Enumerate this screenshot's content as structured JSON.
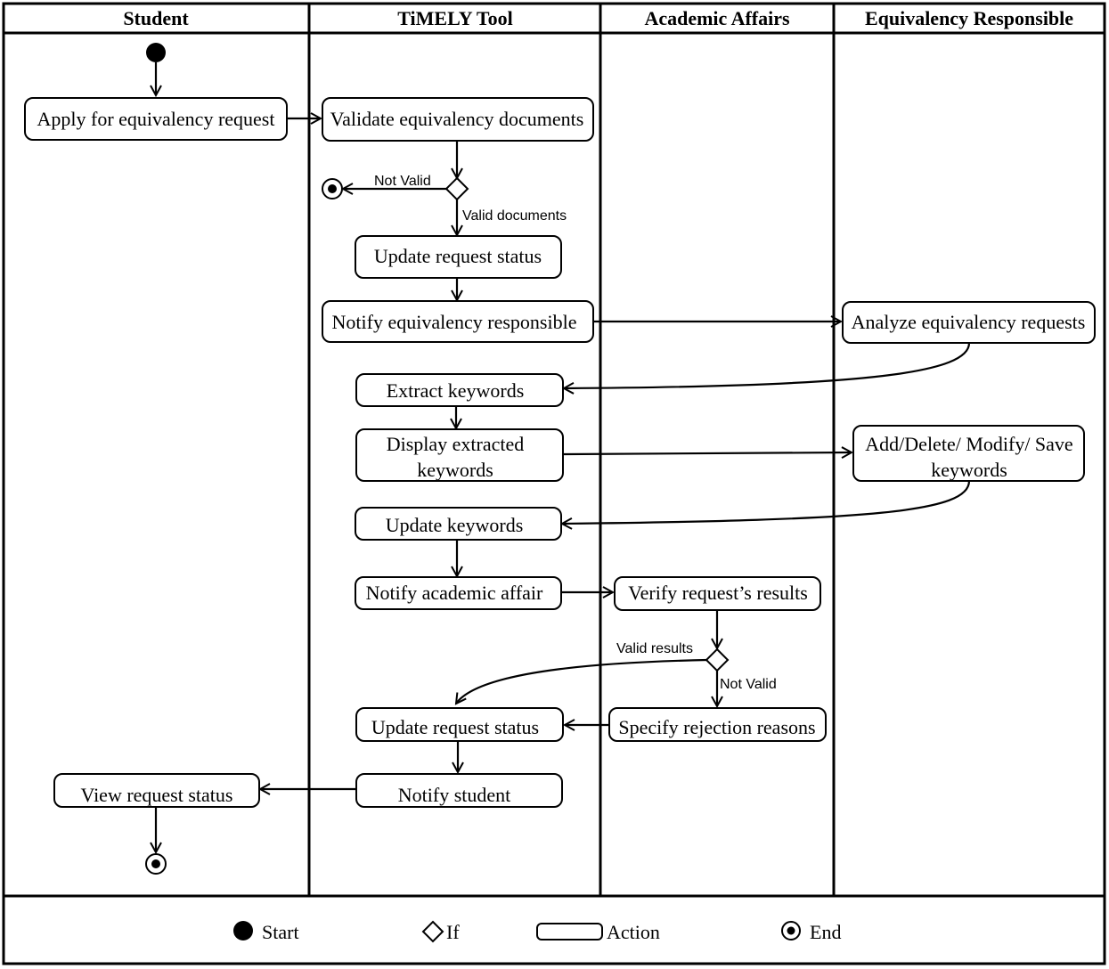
{
  "lanes": [
    {
      "id": "student",
      "title": "Student"
    },
    {
      "id": "timely",
      "title": "TiMELY Tool"
    },
    {
      "id": "academic",
      "title": "Academic Affairs"
    },
    {
      "id": "equiv",
      "title": "Equivalency Responsible"
    }
  ],
  "actions": {
    "apply": "Apply for equivalency request",
    "validate": "Validate equivalency documents",
    "update_status_1": "Update request status",
    "notify_responsible": "Notify equivalency responsible",
    "analyze": "Analyze equivalency requests",
    "extract": "Extract keywords",
    "display_line1": "Display extracted",
    "display_line2": "keywords",
    "add_delete_line1": "Add/Delete/ Modify/ Save",
    "add_delete_line2": "keywords",
    "update_keywords": "Update keywords",
    "notify_academic": "Notify academic affair",
    "verify": "Verify request’s results",
    "specify_rejection": "Specify rejection reasons",
    "update_status_2": "Update request status",
    "notify_student": "Notify student",
    "view_status": "View request status"
  },
  "edge_labels": {
    "not_valid_1": "Not Valid",
    "valid_documents": "Valid documents",
    "valid_results": "Valid results",
    "not_valid_2": "Not Valid"
  },
  "legend": {
    "start": "Start",
    "if": "If",
    "action": "Action",
    "end": "End"
  }
}
